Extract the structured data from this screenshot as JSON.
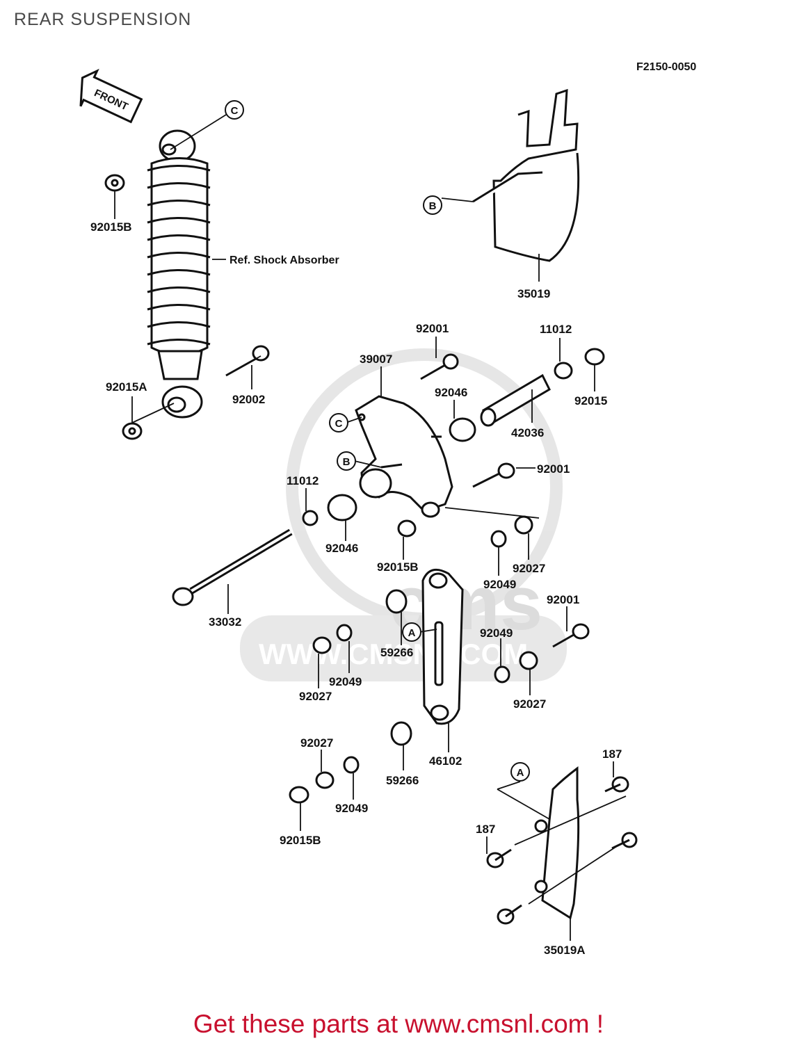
{
  "page": {
    "title": "REAR SUSPENSION",
    "figure_code": "F2150-0050",
    "footer": "Get these parts at www.cmsnl.com !"
  },
  "watermark": {
    "brand": "cms",
    "url": "WWW.CMSNL.COM"
  },
  "front_arrow": {
    "label": "FRONT"
  },
  "ref_note": "Ref. Shock Absorber",
  "callouts": [
    "C",
    "B",
    "C",
    "B",
    "A",
    "A"
  ],
  "parts": [
    "92015B",
    "92015A",
    "92002",
    "35019",
    "92001",
    "11012",
    "39007",
    "92046",
    "92015",
    "42036",
    "92001",
    "11012",
    "92046",
    "92015B",
    "92049",
    "92027",
    "33032",
    "92001",
    "59266",
    "92049",
    "92027",
    "92049",
    "92027",
    "46102",
    "92027",
    "59266",
    "92049",
    "92015B",
    "187",
    "187",
    "35019A"
  ]
}
